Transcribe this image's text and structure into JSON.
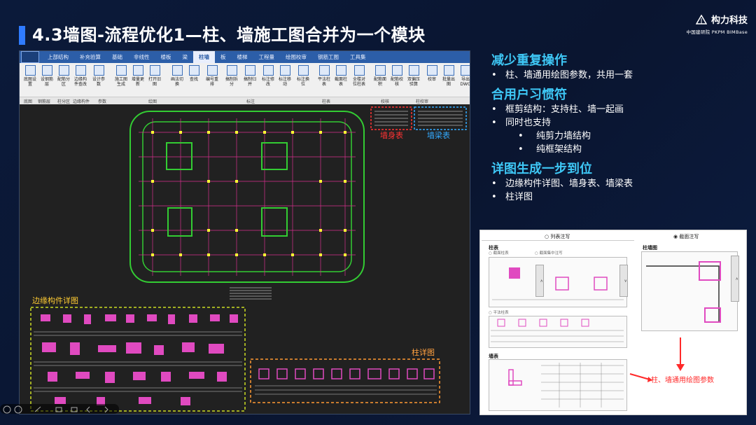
{
  "slide": {
    "title": "4.3墙图-流程优化1—柱、墙施工图合并为一个模块",
    "logo_name": "构力科技",
    "logo_sub": "中国建研院  PKPM BIMBase"
  },
  "app": {
    "menu": [
      "上部结构",
      "补充验算",
      "基础",
      "非线性",
      "楼板",
      "梁",
      "柱墙",
      "板",
      "楼梯",
      "工程量",
      "绘图校审",
      "钢筋工图",
      "工具集"
    ],
    "ribbon_buttons": [
      "底图设置",
      "设钢筋层",
      "配筋分区",
      "边缘构件查改",
      "设计参数",
      "施工图生成",
      "增量更新",
      "打开旧图",
      "画法切换",
      "查找",
      "编号重排",
      "搞制拆分",
      "搞制归并",
      "标注修改",
      "标注移动",
      "标注换位",
      "平法柱表",
      "截面柱表",
      "全楼对位柱表",
      "配筋面积",
      "配筋校核",
      "双偏压验算",
      "校审",
      "批量出图",
      "导出DWG"
    ],
    "ribbon_groups": [
      "底图",
      "钢筋层",
      "柱分区",
      "边缘构件",
      "参数",
      "绘图",
      "标注",
      "柱表",
      "校核",
      "柱校审"
    ]
  },
  "canvas_labels": {
    "wall_body_table": "墙身表",
    "wall_beam_table": "墙梁表",
    "edge_member_detail": "边缘构件详图",
    "column_detail": "柱详图"
  },
  "points": [
    {
      "heading": "减少重复操作",
      "items": [
        {
          "text": "柱、墙通用绘图参数，共用一套",
          "sub": false
        }
      ]
    },
    {
      "heading": "合用户习惯符",
      "items": [
        {
          "text": "框剪结构：支持柱、墙一起画",
          "sub": false
        },
        {
          "text": "同时也支持",
          "sub": false
        },
        {
          "text": "纯剪力墙结构",
          "sub": true
        },
        {
          "text": "纯框架结构",
          "sub": true
        }
      ]
    },
    {
      "heading": "详图生成一步到位",
      "items": [
        {
          "text": "边缘构件详图、墙身表、墙梁表",
          "sub": false
        },
        {
          "text": "柱详图",
          "sub": false
        }
      ]
    }
  ],
  "panel": {
    "radio_list": "列表注写",
    "radio_section": "截面注写",
    "col_table": "柱表",
    "opt_section": "截面柱表",
    "opt_mixed": "截面集中注写",
    "opt_flat": "平法柱表",
    "wall_table": "墙表",
    "col_wall_fig": "柱墙图",
    "note": "柱、墙通用绘图参数"
  },
  "colors": {
    "accent": "#2f7bff",
    "heading": "#3ec7f5",
    "note": "#ff2a2a",
    "outline_green": "#33cc33"
  }
}
